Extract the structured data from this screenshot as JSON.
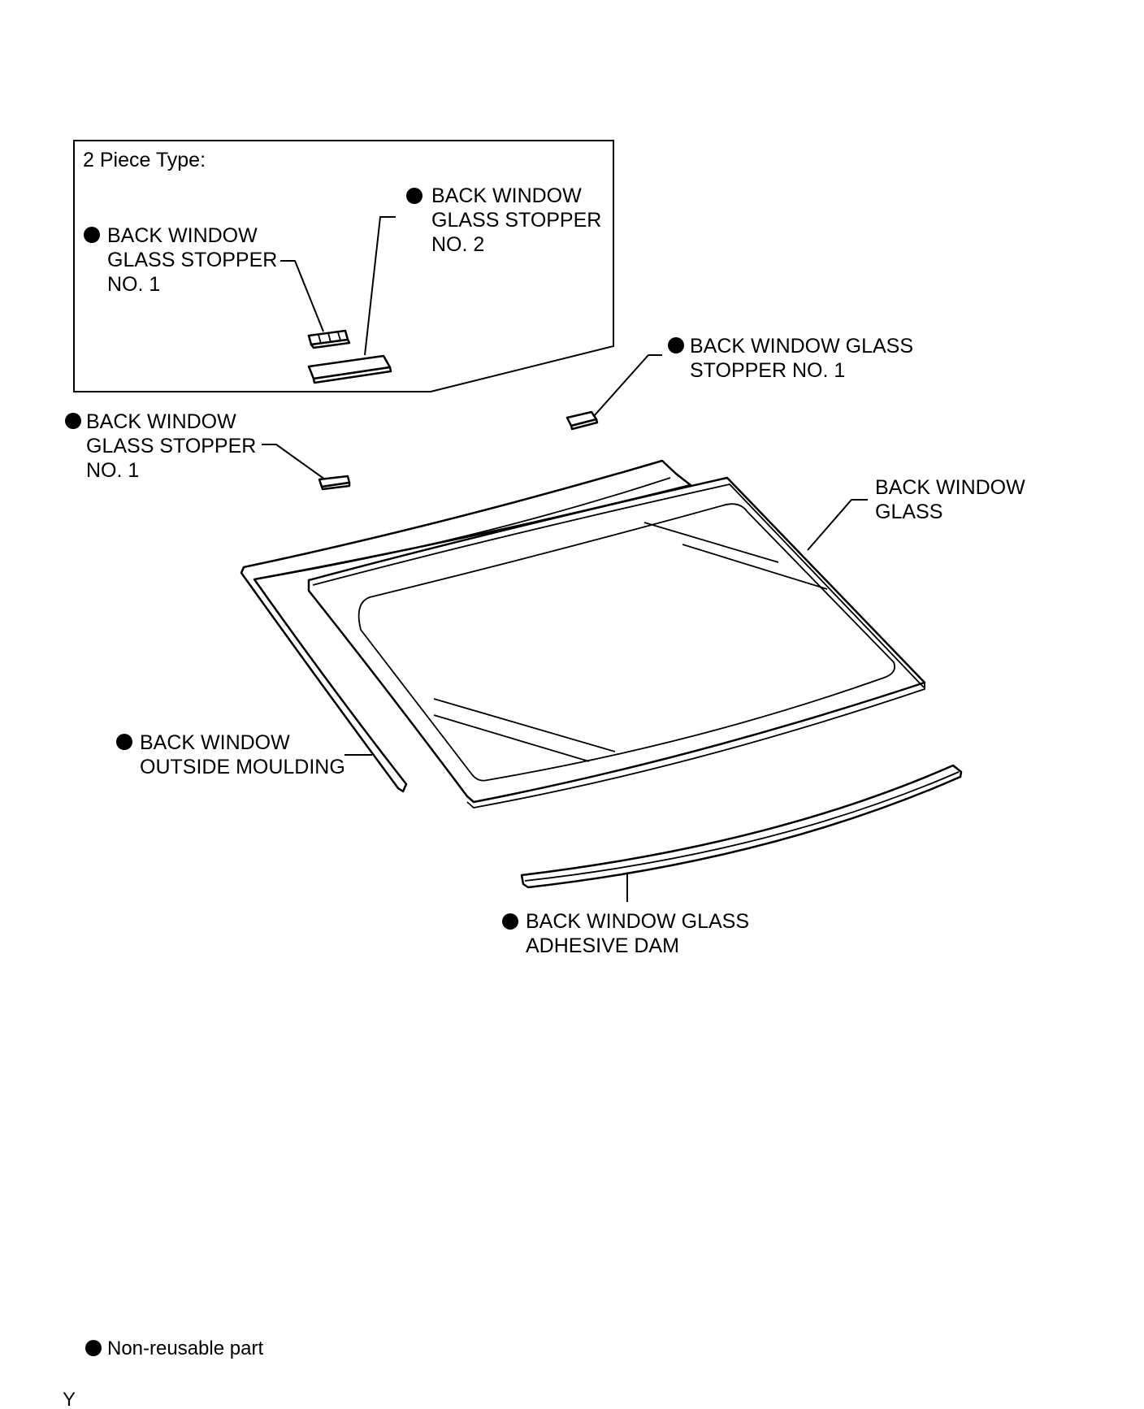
{
  "inset": {
    "title": "2 Piece Type:",
    "stopper_no1_lines": [
      "BACK WINDOW",
      "GLASS STOPPER",
      "NO. 1"
    ],
    "stopper_no2_lines": [
      "BACK WINDOW",
      "GLASS STOPPER",
      "NO. 2"
    ]
  },
  "labels": {
    "stopper_right_lines": [
      "BACK WINDOW GLASS",
      "STOPPER NO. 1"
    ],
    "stopper_left_lines": [
      "BACK WINDOW",
      "GLASS STOPPER",
      "NO. 1"
    ],
    "glass_lines": [
      "BACK WINDOW",
      "GLASS"
    ],
    "moulding_lines": [
      "BACK WINDOW",
      "OUTSIDE MOULDING"
    ],
    "dam_lines": [
      "BACK WINDOW GLASS",
      "ADHESIVE DAM"
    ]
  },
  "legend": {
    "text": "Non-reusable part"
  },
  "footer": {
    "code": "Y"
  }
}
